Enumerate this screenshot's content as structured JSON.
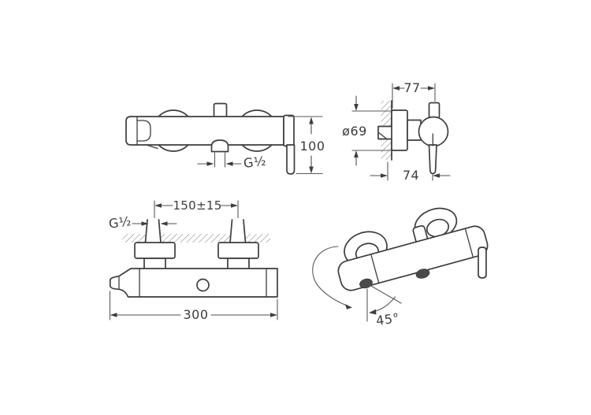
{
  "drawing": {
    "background_color": "#ffffff",
    "line_color": "#3d3d3d",
    "views": {
      "side_elevation": {
        "thread_size": "G½",
        "handle_height": "100"
      },
      "side_profile": {
        "wall_distance": "77",
        "flange_diameter": "ø69",
        "handle_reach": "74"
      },
      "front_elevation": {
        "inlet_centers": "150±15",
        "thread_size": "G½",
        "overall_width": "300"
      },
      "perspective": {
        "swivel_angle": "45°"
      }
    }
  }
}
